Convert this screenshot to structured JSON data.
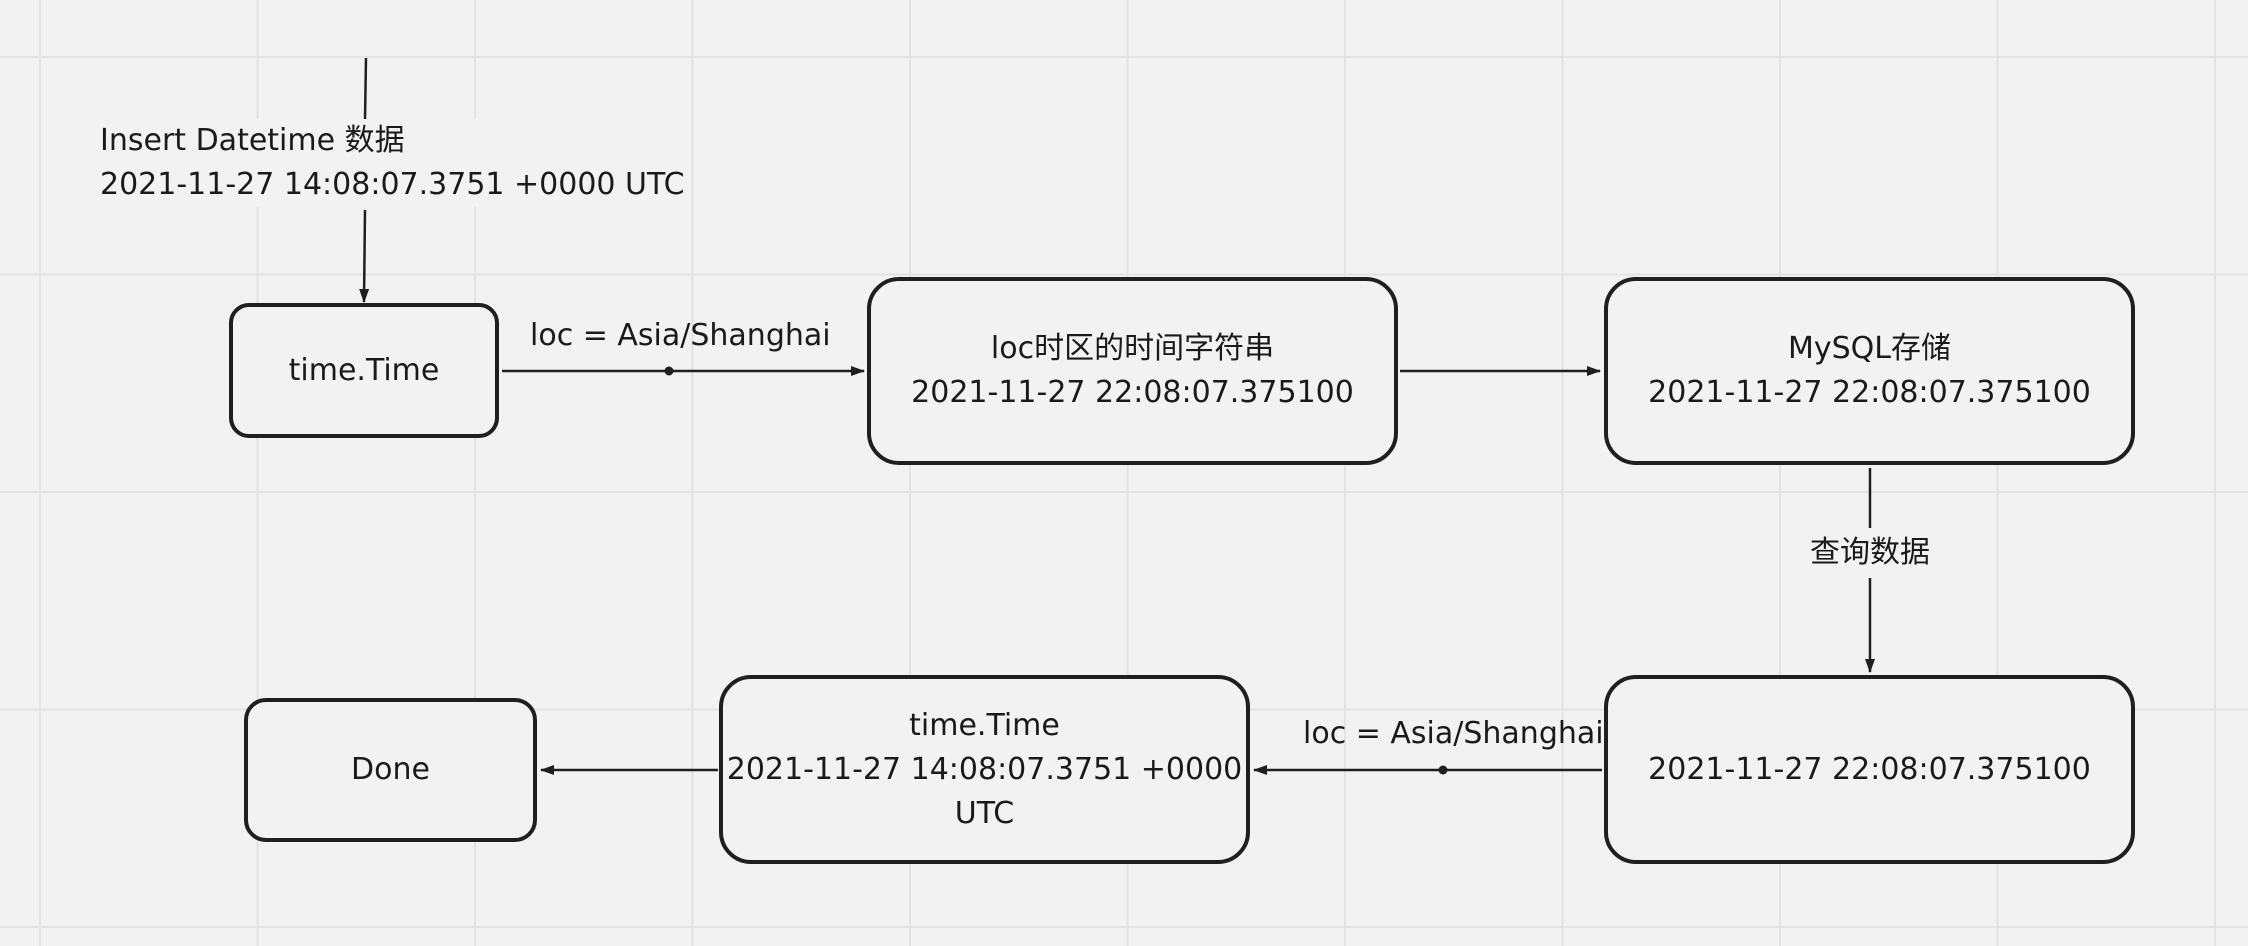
{
  "nodes": {
    "time_time": {
      "text": "time.Time"
    },
    "loc_string": {
      "line1": "loc时区的时间字符串",
      "line2": "2021-11-27 22:08:07.375100"
    },
    "mysql": {
      "line1": "MySQL存储",
      "line2": "2021-11-27 22:08:07.375100"
    },
    "query_result": {
      "text": "2021-11-27 22:08:07.375100"
    },
    "time_time_result": {
      "line1": "time.Time",
      "line2": "2021-11-27 14:08:07.3751 +0000",
      "line3": "UTC"
    },
    "done": {
      "text": "Done"
    }
  },
  "edge_labels": {
    "insert_line1": "Insert Datetime 数据",
    "insert_line2": "2021-11-27 14:08:07.3751 +0000 UTC",
    "loc_top": "loc = Asia/Shanghai",
    "query": "查询数据",
    "loc_bottom": "loc = Asia/Shanghai"
  },
  "colors": {
    "background": "#f2f2f2",
    "grid": "#e3e3e3",
    "stroke": "#1f1f1f",
    "text": "#1a1a1a"
  }
}
